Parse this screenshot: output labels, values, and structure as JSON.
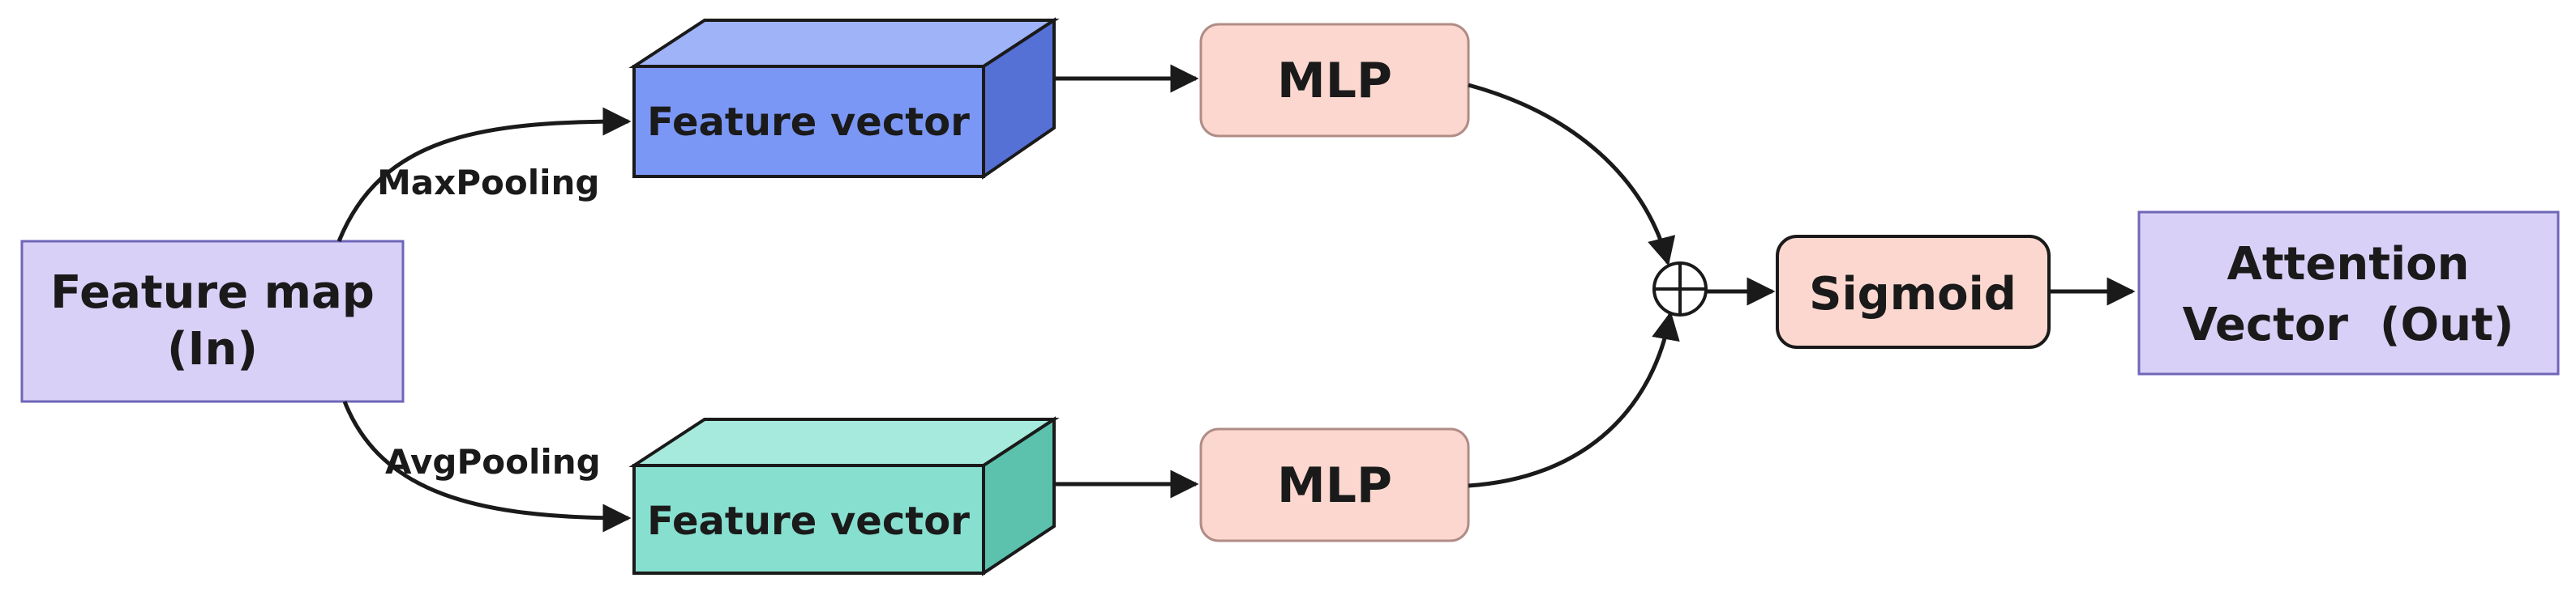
{
  "input_node": {
    "line1": "Feature map",
    "line2": "(In)"
  },
  "pooling": {
    "max": "MaxPooling",
    "avg": "AvgPooling"
  },
  "feature_vector_top": {
    "label": "Feature vector"
  },
  "feature_vector_bottom": {
    "label": "Feature vector"
  },
  "mlp_top": {
    "label": "MLP"
  },
  "mlp_bottom": {
    "label": "MLP"
  },
  "sigmoid": {
    "label": "Sigmoid"
  },
  "output_node": {
    "line1": "Attention",
    "line2": "Vector  (Out)"
  },
  "colors": {
    "input_fill": "#d9d0f7",
    "input_stroke": "#6f66b8",
    "fv_top_front": "#7b97f5",
    "fv_top_top": "#9fb3f8",
    "fv_top_side": "#5571d6",
    "fv_bottom_front": "#86dfcf",
    "fv_bottom_top": "#a6eadd",
    "fv_bottom_side": "#5cc2ae",
    "mlp_fill": "#fbd7cf",
    "mlp_stroke": "#b08c86",
    "sigmoid_fill": "#fbd7cf",
    "output_fill": "#d9d0f7",
    "line": "#1a1a1a"
  }
}
